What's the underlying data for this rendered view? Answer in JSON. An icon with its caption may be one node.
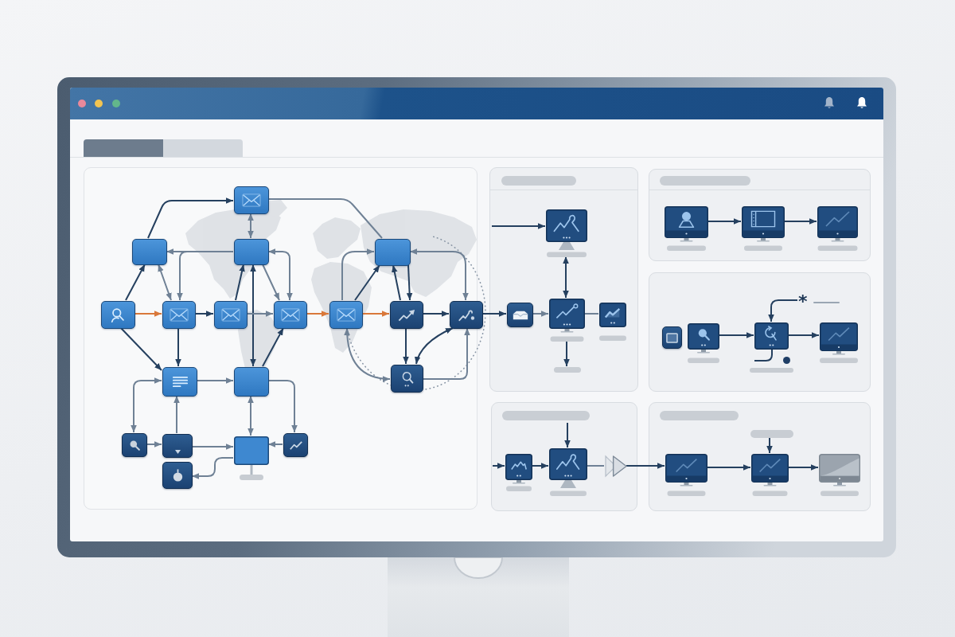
{
  "diagram": {
    "nodes": [
      {
        "text": [],
        "shape": "box"
      },
      {
        "text": [],
        "shape": "box",
        "in": 0
      },
      {
        "text": [],
        "shape": "box",
        "in": 0
      },
      {
        "text": [],
        "shape": "box",
        "in": 0
      },
      {
        "text": [],
        "shape": "box",
        "in": 0
      },
      {
        "text": [],
        "shape": "box",
        "in": 0
      },
      {
        "text": [],
        "shape": "box",
        "in": 0
      },
      {
        "text": [],
        "shape": "box",
        "in": 0
      },
      {
        "text": [],
        "shape": "box",
        "in": 0
      },
      {
        "text": [],
        "shape": "box",
        "in": 0
      },
      {
        "text": [],
        "shape": "box",
        "in": 0
      },
      {
        "text": [],
        "shape": "box",
        "in": 0
      },
      {
        "text": [],
        "shape": "box",
        "in": 0
      },
      {
        "text": [],
        "shape": "box",
        "in": 0
      },
      {
        "text": [],
        "shape": "box",
        "in": 0
      },
      {
        "text": [],
        "shape": "box",
        "in": 0
      },
      {
        "text": [],
        "shape": "box",
        "in": 0
      },
      {
        "text": [],
        "shape": "monitor",
        "in": 0
      },
      {
        "text": [],
        "shape": "box",
        "in": 0
      },
      {
        "text": [],
        "shape": "box",
        "in": 0
      },
      {
        "text": [],
        "shape": "box"
      },
      {
        "text": [],
        "shape": "monitor",
        "in": 20
      },
      {
        "text": [],
        "shape": "box",
        "in": 20
      },
      {
        "text": [],
        "shape": "monitor",
        "in": 20
      },
      {
        "text": [],
        "shape": "monitor",
        "in": 20
      },
      {
        "text": [],
        "shape": "bar",
        "in": 20
      },
      {
        "text": [],
        "shape": "box"
      },
      {
        "text": [],
        "shape": "monitor",
        "in": 26
      },
      {
        "text": [],
        "shape": "monitor",
        "in": 26
      },
      {
        "text": [],
        "shape": "monitor",
        "in": 26
      },
      {
        "text": [],
        "shape": "box"
      },
      {
        "text": [],
        "shape": "box",
        "in": 30
      },
      {
        "text": [],
        "shape": "monitor",
        "in": 30
      },
      {
        "text": [],
        "shape": "monitor",
        "in": 30
      },
      {
        "text": [],
        "shape": "monitor",
        "in": 30
      },
      {
        "text": [],
        "shape": "box"
      },
      {
        "text": [],
        "shape": "monitor",
        "in": 35
      },
      {
        "text": [],
        "shape": "monitor",
        "in": 35
      },
      {
        "text": [],
        "shape": "triangle",
        "in": 35
      },
      {
        "text": [],
        "shape": "box"
      },
      {
        "text": [],
        "shape": "bar",
        "in": 39
      },
      {
        "text": [],
        "shape": "monitor",
        "in": 39
      },
      {
        "text": [],
        "shape": "monitor",
        "in": 39
      },
      {
        "text": [],
        "shape": "monitor",
        "in": 39
      },
      {
        "text": [
          "*"
        ],
        "in": 30
      }
    ],
    "edges": [
      {
        "from": 2,
        "to": 1,
        "arrow": "to"
      },
      {
        "from": 1,
        "to": 3,
        "arrow": "both",
        "color": "#6f8195"
      },
      {
        "from": 3,
        "to": 2,
        "arrow": "to",
        "color": "#6f8195"
      },
      {
        "from": 3,
        "to": 6,
        "arrow": "to",
        "color": "#6f8195"
      },
      {
        "from": 5,
        "to": 2,
        "arrow": "to"
      },
      {
        "from": 2,
        "to": 6,
        "arrow": "both",
        "color": "#6f8195"
      },
      {
        "from": 5,
        "to": 6,
        "arrow": "to",
        "color": "#d9783a"
      },
      {
        "from": 5,
        "to": 12,
        "arrow": "to"
      },
      {
        "from": 6,
        "to": 7,
        "arrow": "to"
      },
      {
        "from": 6,
        "to": 12,
        "arrow": "to"
      },
      {
        "from": 7,
        "to": 3,
        "arrow": "to"
      },
      {
        "from": 3,
        "to": 8,
        "arrow": "to",
        "color": "#6f8195"
      },
      {
        "from": 3,
        "to": 13,
        "arrow": "both"
      },
      {
        "from": 7,
        "to": 8,
        "arrow": "to",
        "color": "#6f8195"
      },
      {
        "from": 13,
        "to": 8,
        "arrow": "to"
      },
      {
        "from": 12,
        "to": 13,
        "arrow": "to",
        "color": "#6f8195"
      },
      {
        "from": 13,
        "to": 18,
        "arrow": "to",
        "color": "#6f8195"
      },
      {
        "from": 12,
        "to": 15,
        "arrow": "both",
        "color": "#6f8195"
      },
      {
        "from": 15,
        "to": 16,
        "arrow": "to",
        "color": "#6f8195"
      },
      {
        "from": 16,
        "to": 12,
        "arrow": "to",
        "color": "#6f8195"
      },
      {
        "from": 16,
        "to": 17,
        "arrow": "to",
        "color": "#6f8195"
      },
      {
        "from": 13,
        "to": 17,
        "arrow": "both",
        "color": "#6f8195"
      },
      {
        "from": 18,
        "to": 17,
        "arrow": "to",
        "color": "#6f8195"
      },
      {
        "from": 17,
        "to": 19,
        "arrow": "to",
        "color": "#6f8195"
      },
      {
        "from": 1,
        "to": 4,
        "arrow": "none",
        "color": "#6f8195"
      },
      {
        "from": 3,
        "to": 8,
        "arrow": "both",
        "color": "#6f8195"
      },
      {
        "from": 8,
        "to": 9,
        "arrow": "to",
        "color": "#d9783a"
      },
      {
        "from": 9,
        "to": 10,
        "arrow": "to",
        "color": "#d9783a"
      },
      {
        "from": 9,
        "to": 4,
        "arrow": "to"
      },
      {
        "from": 9,
        "to": 4,
        "arrow": "to",
        "color": "#6f8195"
      },
      {
        "from": 10,
        "to": 4,
        "arrow": "to"
      },
      {
        "from": 4,
        "to": 10,
        "arrow": "to"
      },
      {
        "from": 4,
        "to": 11,
        "arrow": "both",
        "color": "#6f8195"
      },
      {
        "from": 10,
        "to": 11,
        "arrow": "to"
      },
      {
        "from": 10,
        "to": 14,
        "arrow": "to"
      },
      {
        "from": 14,
        "to": 11,
        "arrow": "both"
      },
      {
        "from": 14,
        "to": 11,
        "arrow": "to",
        "color": "#6f8195"
      },
      {
        "from": 9,
        "to": 14,
        "arrow": "both",
        "color": "#6f8195"
      },
      {
        "from": 11,
        "to": 22,
        "arrow": "to"
      },
      {
        "from": null,
        "to": 21,
        "arrow": "to"
      },
      {
        "from": 21,
        "to": 23,
        "arrow": "both"
      },
      {
        "from": 22,
        "to": 23,
        "arrow": "to",
        "color": "#6f8195"
      },
      {
        "from": 23,
        "to": 24,
        "arrow": "none",
        "color": "#6f8195"
      },
      {
        "from": 23,
        "to": 25,
        "arrow": "to"
      },
      {
        "from": 27,
        "to": 28,
        "arrow": "to"
      },
      {
        "from": 28,
        "to": 29,
        "arrow": "to"
      },
      {
        "from": 32,
        "to": 33,
        "arrow": "to"
      },
      {
        "from": 33,
        "to": 34,
        "arrow": "to"
      },
      {
        "from": 44,
        "to": 33,
        "arrow": "to"
      },
      {
        "from": 33,
        "to": null,
        "arrow": "none"
      },
      {
        "from": null,
        "to": 36,
        "arrow": "to"
      },
      {
        "from": 36,
        "to": 37,
        "arrow": "to"
      },
      {
        "from": null,
        "to": 37,
        "arrow": "to"
      },
      {
        "from": 37,
        "to": 38,
        "arrow": "none",
        "color": "#6f8195"
      },
      {
        "from": 38,
        "to": 41,
        "arrow": "to"
      },
      {
        "from": 40,
        "to": 42,
        "arrow": "to"
      },
      {
        "from": 41,
        "to": 42,
        "arrow": "to"
      },
      {
        "from": 42,
        "to": 43,
        "arrow": "to"
      }
    ]
  }
}
